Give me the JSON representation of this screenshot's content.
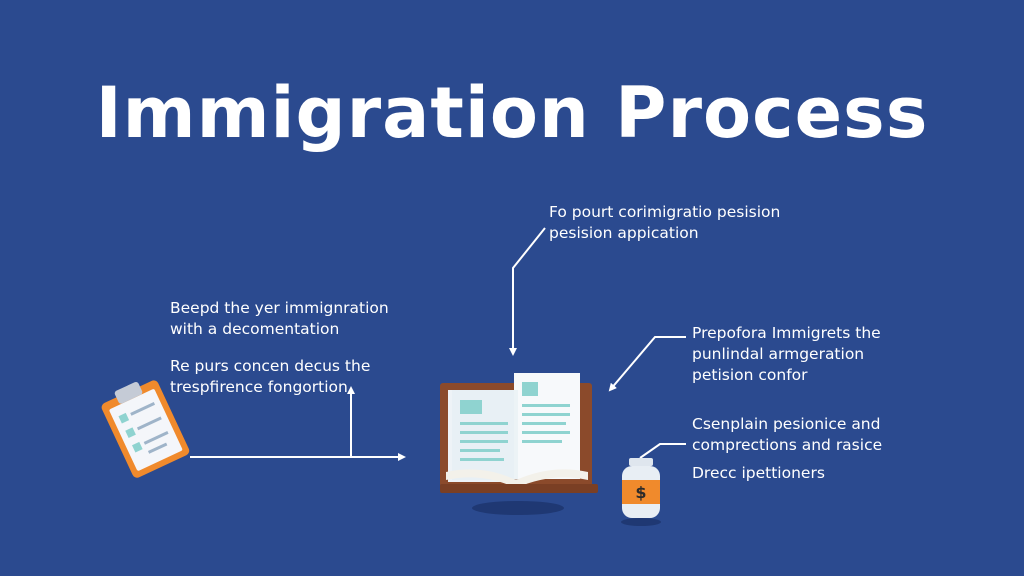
{
  "title": "Immigration Process",
  "labels": {
    "top": [
      "Fo pourt corimigratio pesision",
      "pesision appication"
    ],
    "left_1": [
      "Beepd the yer immignration",
      "with a decomentation"
    ],
    "left_2": [
      "Re purs concen decus the",
      "trespfirence fongortion"
    ],
    "right_1": [
      "Prepofora Immigrets the",
      "punlindal armgeration",
      "petision confor"
    ],
    "right_2": [
      "Csenplain pesionice and",
      "comprections and rasice"
    ],
    "right_3": "Drecc ipettioners"
  },
  "icons": {
    "clipboard": "clipboard-checklist-icon",
    "book": "open-book-icon",
    "jar": "money-jar-icon",
    "currency_symbol": "$"
  },
  "colors": {
    "background": "#2b4a8f",
    "text": "#ffffff",
    "accent_orange": "#f08a2c",
    "book_brown": "#8b4a2b",
    "page_teal": "#8fd3d0"
  }
}
